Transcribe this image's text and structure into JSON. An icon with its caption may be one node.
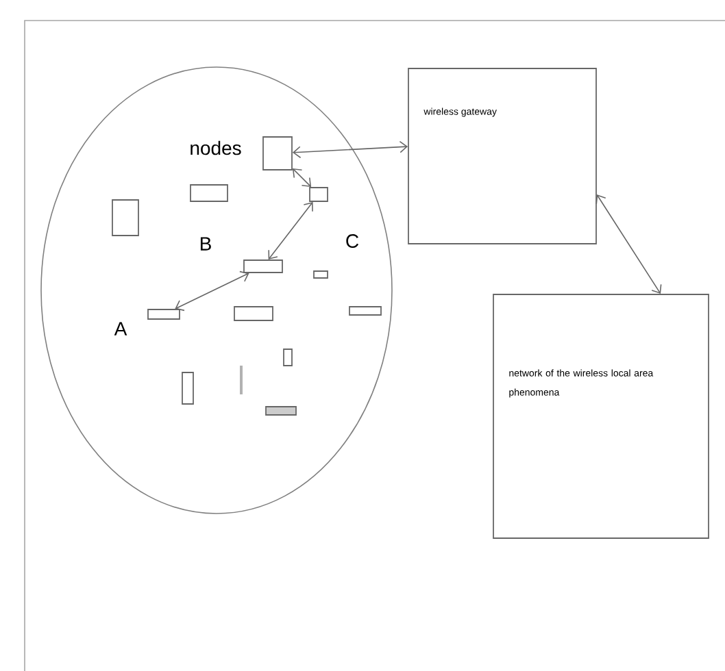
{
  "diagram": {
    "nodes": [
      {
        "text": [
          "nodes"
        ]
      },
      {
        "text": [],
        "shape": "box",
        "in": 0
      },
      {
        "text": [],
        "shape": "box",
        "in": 0
      },
      {
        "text": [],
        "shape": "box",
        "in": 0
      },
      {
        "text": [],
        "shape": "box",
        "in": 0
      },
      {
        "text": [],
        "shape": "box",
        "in": 0
      },
      {
        "text": [],
        "shape": "box",
        "in": 0
      },
      {
        "text": [],
        "shape": "box",
        "in": 0
      },
      {
        "text": [],
        "shape": "box",
        "in": 0
      },
      {
        "text": [],
        "shape": "box",
        "in": 0
      },
      {
        "text": [],
        "shape": "box",
        "in": 0
      },
      {
        "text": [],
        "shape": "bar",
        "in": 0
      },
      {
        "text": [],
        "shape": "box",
        "in": 0
      },
      {
        "text": [],
        "shape": "box",
        "in": 0
      },
      {
        "text": [
          "wireless gateway"
        ]
      },
      {
        "text": [
          "network of the wireless local area phenomena"
        ]
      }
    ],
    "edges": [
      {
        "from": 14,
        "to": 1,
        "arrow": "both"
      },
      {
        "from": 1,
        "to": 3,
        "arrow": "both"
      },
      {
        "from": 3,
        "to": 5,
        "arrow": "both"
      },
      {
        "from": 5,
        "to": 9,
        "arrow": "both"
      },
      {
        "from": 14,
        "to": 15,
        "arrow": "both"
      }
    ],
    "labels": [
      "B",
      "C",
      "A"
    ]
  }
}
